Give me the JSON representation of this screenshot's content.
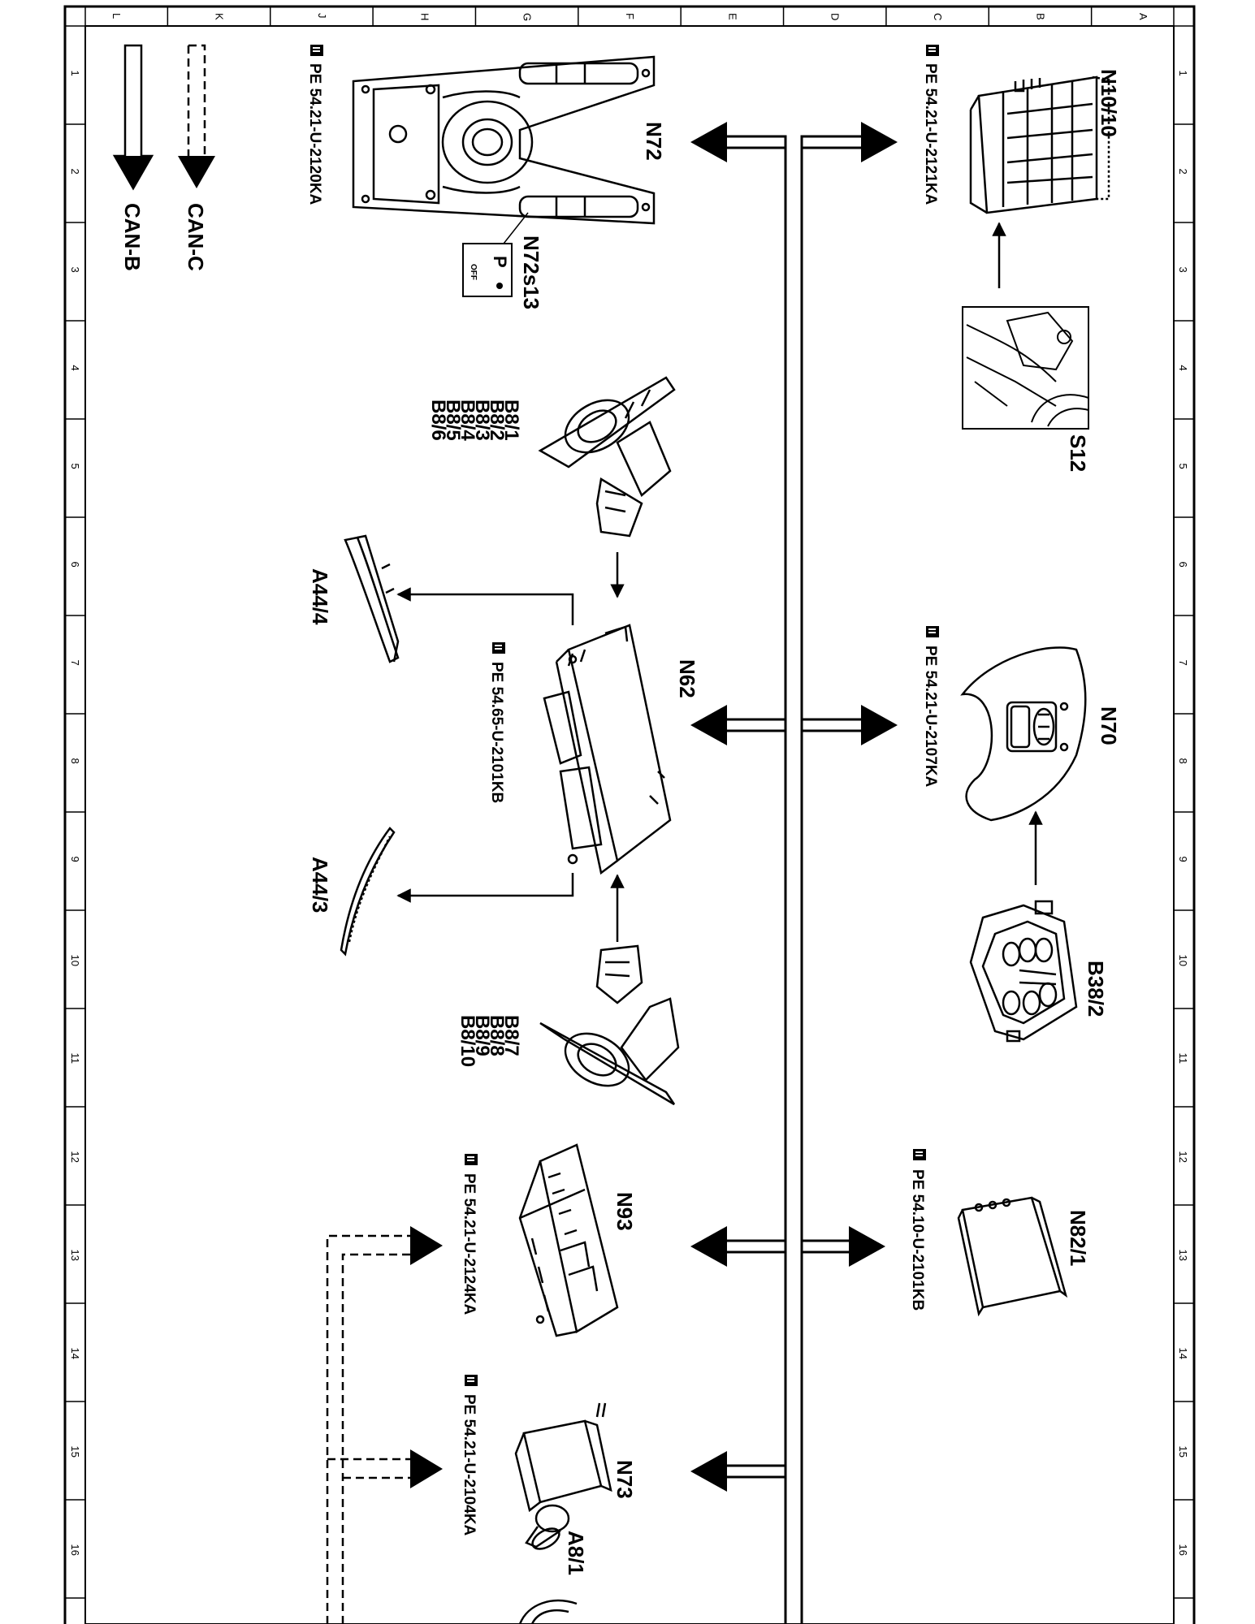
{
  "frame": {
    "columns": [
      "A",
      "B",
      "C",
      "D",
      "E",
      "F",
      "G",
      "H",
      "J",
      "K",
      "L"
    ],
    "rows": [
      "1",
      "2",
      "3",
      "4",
      "5",
      "6",
      "7",
      "8",
      "9",
      "10",
      "11",
      "12",
      "13",
      "14",
      "15",
      "16"
    ]
  },
  "legend": {
    "can_c": "CAN-C",
    "can_b": "CAN-B"
  },
  "components": {
    "n72": "N72",
    "n72s13": "N72s13",
    "n72s13_symbol": "P",
    "n72s13_off": "OFF",
    "n10_10": "N10/10",
    "s12": "S12",
    "b8_front": [
      "B8/1",
      "B8/2",
      "B8/3",
      "B8/4",
      "B8/5",
      "B8/6"
    ],
    "b8_rear": [
      "B8/7",
      "B8/8",
      "B8/9",
      "B8/10"
    ],
    "n62": "N62",
    "a44_4": "A44/4",
    "a44_3": "A44/3",
    "n70": "N70",
    "b38_2": "B38/2",
    "n93": "N93",
    "n82_1": "N82/1",
    "n73": "N73",
    "a8_1": "A8/1"
  },
  "references": {
    "n72": "PE 54.21-U-2120KA",
    "n10_10": "PE 54.21-U-2121KA",
    "n62": "PE 54.65-U-2101KB",
    "n70": "PE 54.21-U-2107KA",
    "n93": "PE 54.21-U-2124KA",
    "n82_1": "PE 54.10-U-2101KB",
    "n73": "PE 54.21-U-2104KA"
  }
}
